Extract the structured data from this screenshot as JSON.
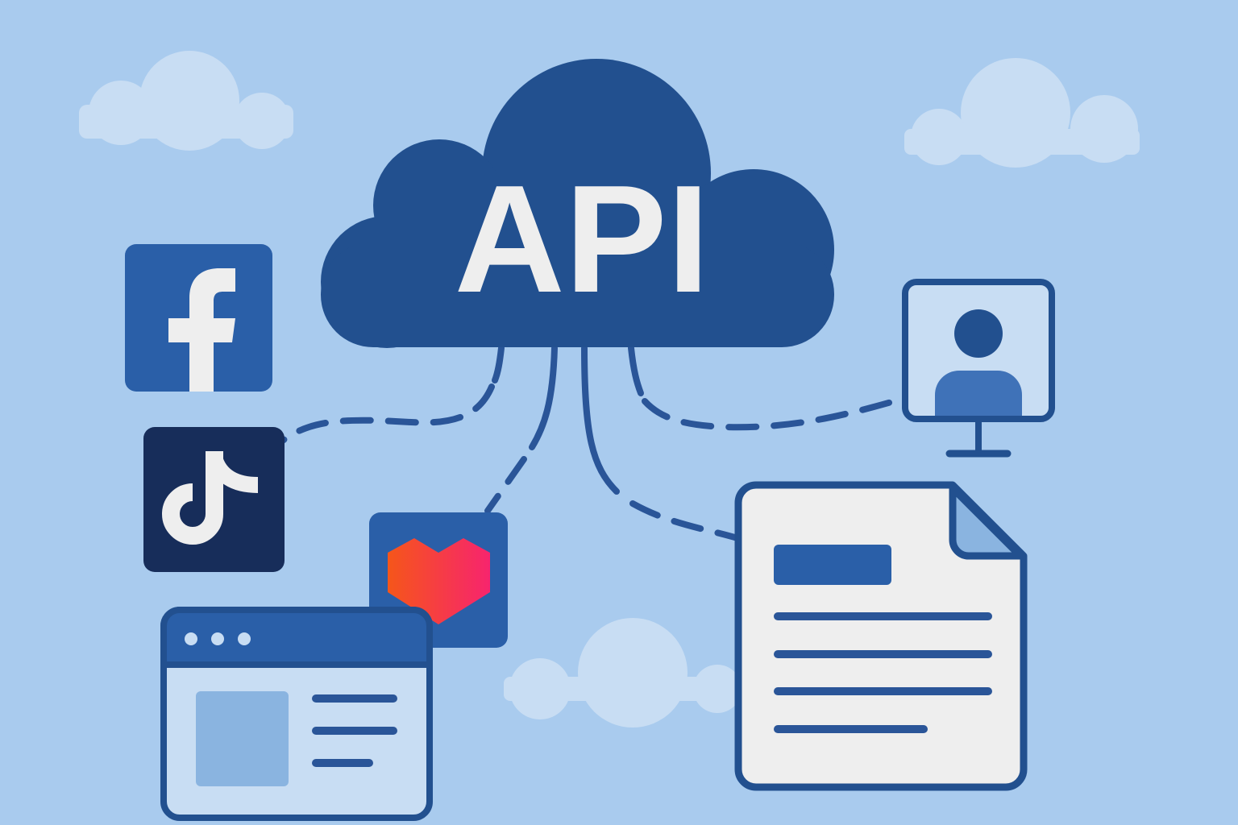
{
  "cloud": {
    "label": "API"
  },
  "logos": {
    "facebook": "f",
    "tiktok": "TikTok",
    "lazada": "Lazada"
  },
  "colors": {
    "background": "#a9cbee",
    "cloud": "#22508f",
    "light_cloud": "#c8ddf3",
    "facebook": "#2a5fa8",
    "tiktok": "#172d5a",
    "document": "#eeeeee",
    "heart_start": "#f5561a",
    "heart_end": "#f7246e"
  }
}
